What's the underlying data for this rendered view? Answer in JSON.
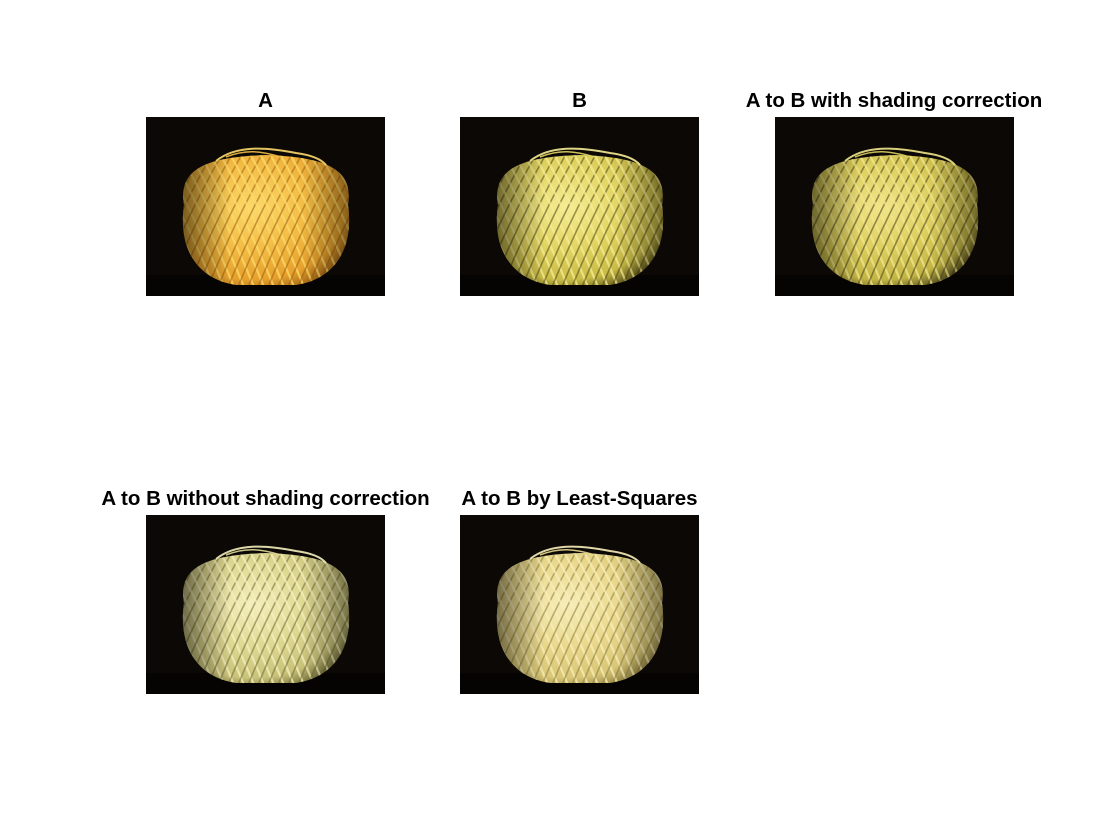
{
  "figure": {
    "panels": [
      {
        "title": "A",
        "tone": {
          "base": "#e6a12c",
          "mid": "#f3bd45",
          "light": "#fcd96a",
          "shade": "#9a5e12"
        }
      },
      {
        "title": "B",
        "tone": {
          "base": "#c9bb46",
          "mid": "#e2d565",
          "light": "#f5ec93",
          "shade": "#4e4714"
        }
      },
      {
        "title": "A to B with shading correction",
        "tone": {
          "base": "#c2b444",
          "mid": "#ddcf60",
          "light": "#f1e58a",
          "shade": "#46401a"
        }
      },
      {
        "title": "A to B without shading correction",
        "tone": {
          "base": "#c9c27a",
          "mid": "#e0d993",
          "light": "#f4efbd",
          "shade": "#6d6731"
        }
      },
      {
        "title": "A to B by Least-Squares",
        "tone": {
          "base": "#d9c776",
          "mid": "#ead98e",
          "light": "#f7edb8",
          "shade": "#8a7a3c"
        }
      }
    ]
  }
}
